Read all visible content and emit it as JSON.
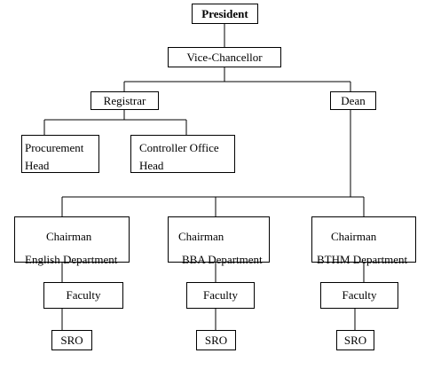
{
  "org_chart": {
    "president": "President",
    "vice_chancellor": "Vice-Chancellor",
    "registrar": "Registrar",
    "dean": "Dean",
    "procurement_head": [
      "Procurement",
      "Head"
    ],
    "controller_office_head": [
      "Controller Office",
      "Head"
    ],
    "departments": [
      {
        "title": "Chairman",
        "department": "English Department",
        "faculty": "Faculty",
        "sro": "SRO"
      },
      {
        "title": "Chairman",
        "department": "BBA Department",
        "faculty": "Faculty",
        "sro": "SRO"
      },
      {
        "title": "Chairman",
        "department": "BTHM Department",
        "faculty": "Faculty",
        "sro": "SRO"
      }
    ]
  }
}
